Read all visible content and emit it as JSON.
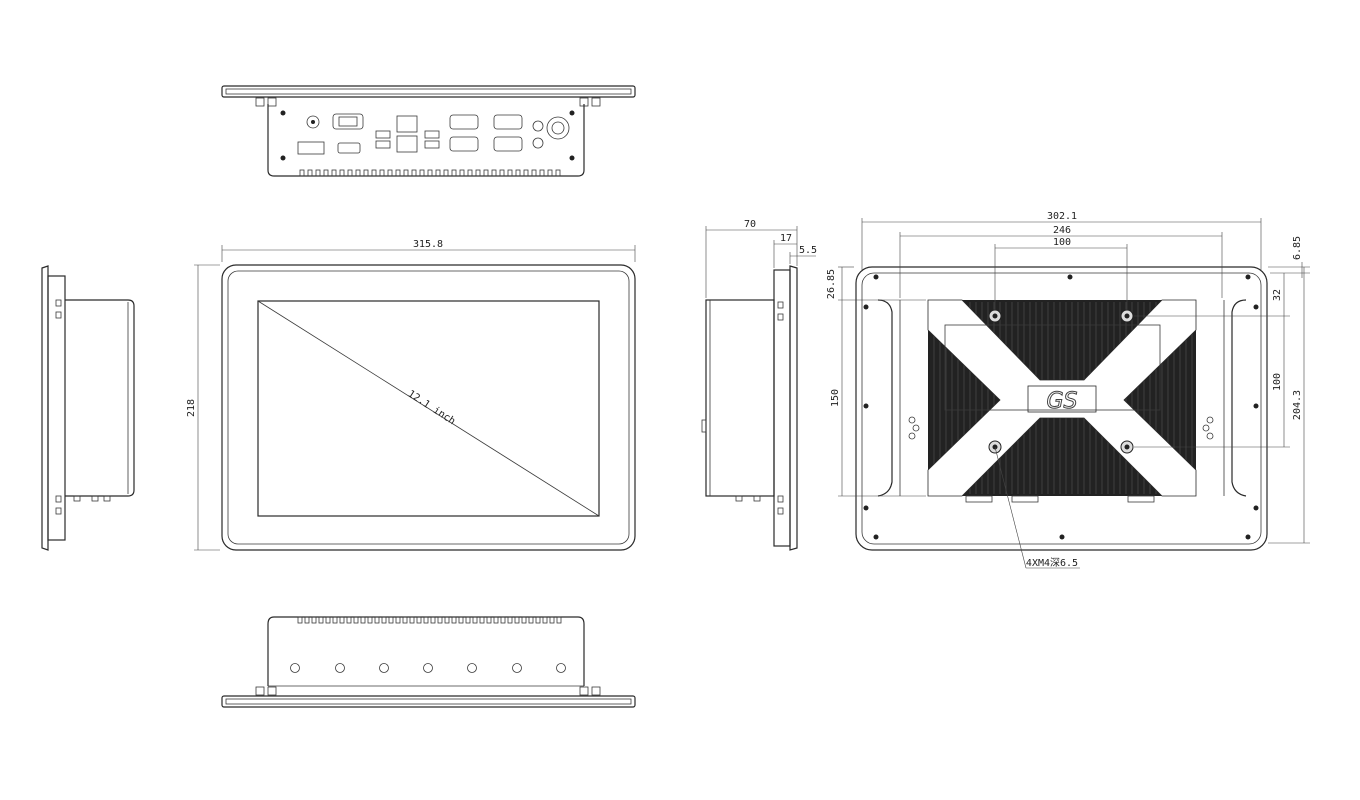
{
  "views": {
    "front": {
      "width_label": "315.8",
      "height_label": "218",
      "screen_label": "12.1 inch"
    },
    "side": {
      "depth_label": "70",
      "bezel_label": "17",
      "lip_label": "5.5"
    },
    "rear": {
      "overall_width_label": "302.1",
      "mount_outer_label": "246",
      "vesa_width_label": "100",
      "top_offset_label": "26.85",
      "edge_offset_label": "6.85",
      "upper_offset_label": "32",
      "mount_height_label": "150",
      "vesa_height_label": "100",
      "overall_height_label": "204.3",
      "screw_label": "4XM4深6.5",
      "logo_text": "GS"
    }
  },
  "colors": {
    "line": "#2a2a2a",
    "heatsink": "#1e1e1e",
    "background": "#ffffff"
  }
}
